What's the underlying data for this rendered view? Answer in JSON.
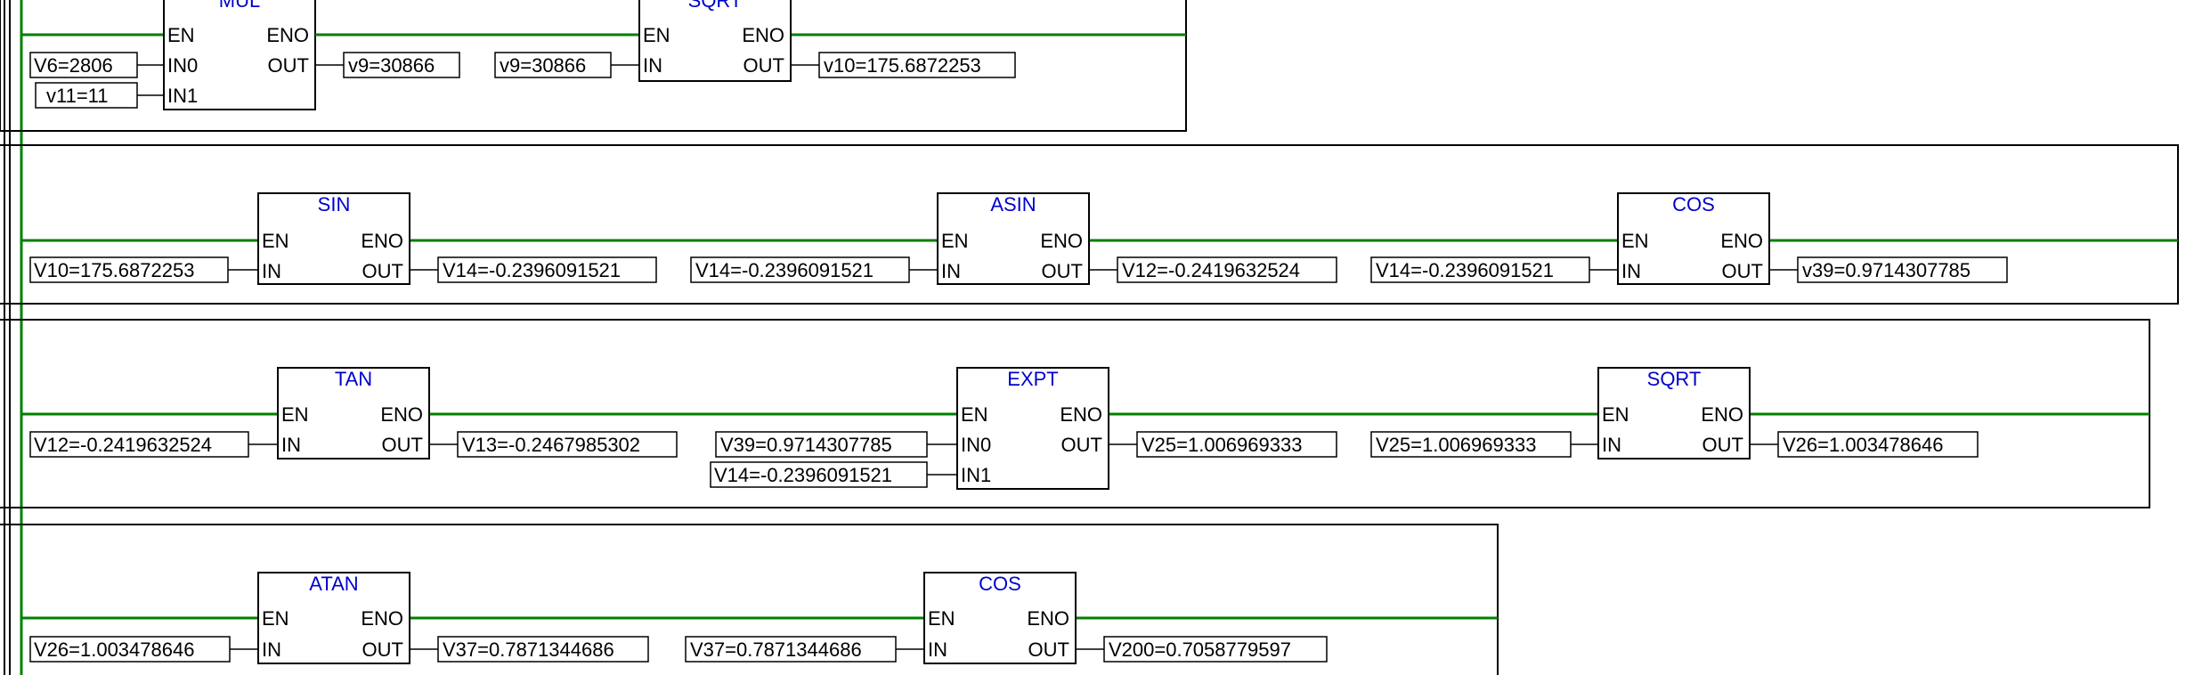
{
  "colors": {
    "wire": "#008000",
    "block_title": "#0000cc",
    "text": "#000000",
    "border": "#000000"
  },
  "networks": [
    {
      "blocks": [
        {
          "name": "MUL",
          "en": "EN",
          "eno": "ENO",
          "inputs": [
            "IN0",
            "IN1"
          ],
          "output": "OUT",
          "in_values": [
            "V6=2806",
            "v11=11"
          ],
          "out_value": "v9=30866"
        },
        {
          "name": "SQRT",
          "en": "EN",
          "eno": "ENO",
          "inputs": [
            "IN"
          ],
          "output": "OUT",
          "in_values": [
            "v9=30866"
          ],
          "out_value": "v10=175.6872253"
        }
      ]
    },
    {
      "blocks": [
        {
          "name": "SIN",
          "en": "EN",
          "eno": "ENO",
          "inputs": [
            "IN"
          ],
          "output": "OUT",
          "in_values": [
            "V10=175.6872253"
          ],
          "out_value": "V14=-0.2396091521"
        },
        {
          "name": "ASIN",
          "en": "EN",
          "eno": "ENO",
          "inputs": [
            "IN"
          ],
          "output": "OUT",
          "in_values": [
            "V14=-0.2396091521"
          ],
          "out_value": "V12=-0.2419632524"
        },
        {
          "name": "COS",
          "en": "EN",
          "eno": "ENO",
          "inputs": [
            "IN"
          ],
          "output": "OUT",
          "in_values": [
            "V14=-0.2396091521"
          ],
          "out_value": "v39=0.9714307785"
        }
      ]
    },
    {
      "blocks": [
        {
          "name": "TAN",
          "en": "EN",
          "eno": "ENO",
          "inputs": [
            "IN"
          ],
          "output": "OUT",
          "in_values": [
            "V12=-0.2419632524"
          ],
          "out_value": "V13=-0.2467985302"
        },
        {
          "name": "EXPT",
          "en": "EN",
          "eno": "ENO",
          "inputs": [
            "IN0",
            "IN1"
          ],
          "output": "OUT",
          "in_values": [
            "V39=0.9714307785",
            "V14=-0.2396091521"
          ],
          "out_value": "V25=1.006969333"
        },
        {
          "name": "SQRT",
          "en": "EN",
          "eno": "ENO",
          "inputs": [
            "IN"
          ],
          "output": "OUT",
          "in_values": [
            "V25=1.006969333"
          ],
          "out_value": "V26=1.003478646"
        }
      ]
    },
    {
      "blocks": [
        {
          "name": "ATAN",
          "en": "EN",
          "eno": "ENO",
          "inputs": [
            "IN"
          ],
          "output": "OUT",
          "in_values": [
            "V26=1.003478646"
          ],
          "out_value": "V37=0.7871344686"
        },
        {
          "name": "COS",
          "en": "EN",
          "eno": "ENO",
          "inputs": [
            "IN"
          ],
          "output": "OUT",
          "in_values": [
            "V37=0.7871344686"
          ],
          "out_value": "V200=0.7058779597"
        }
      ]
    }
  ]
}
